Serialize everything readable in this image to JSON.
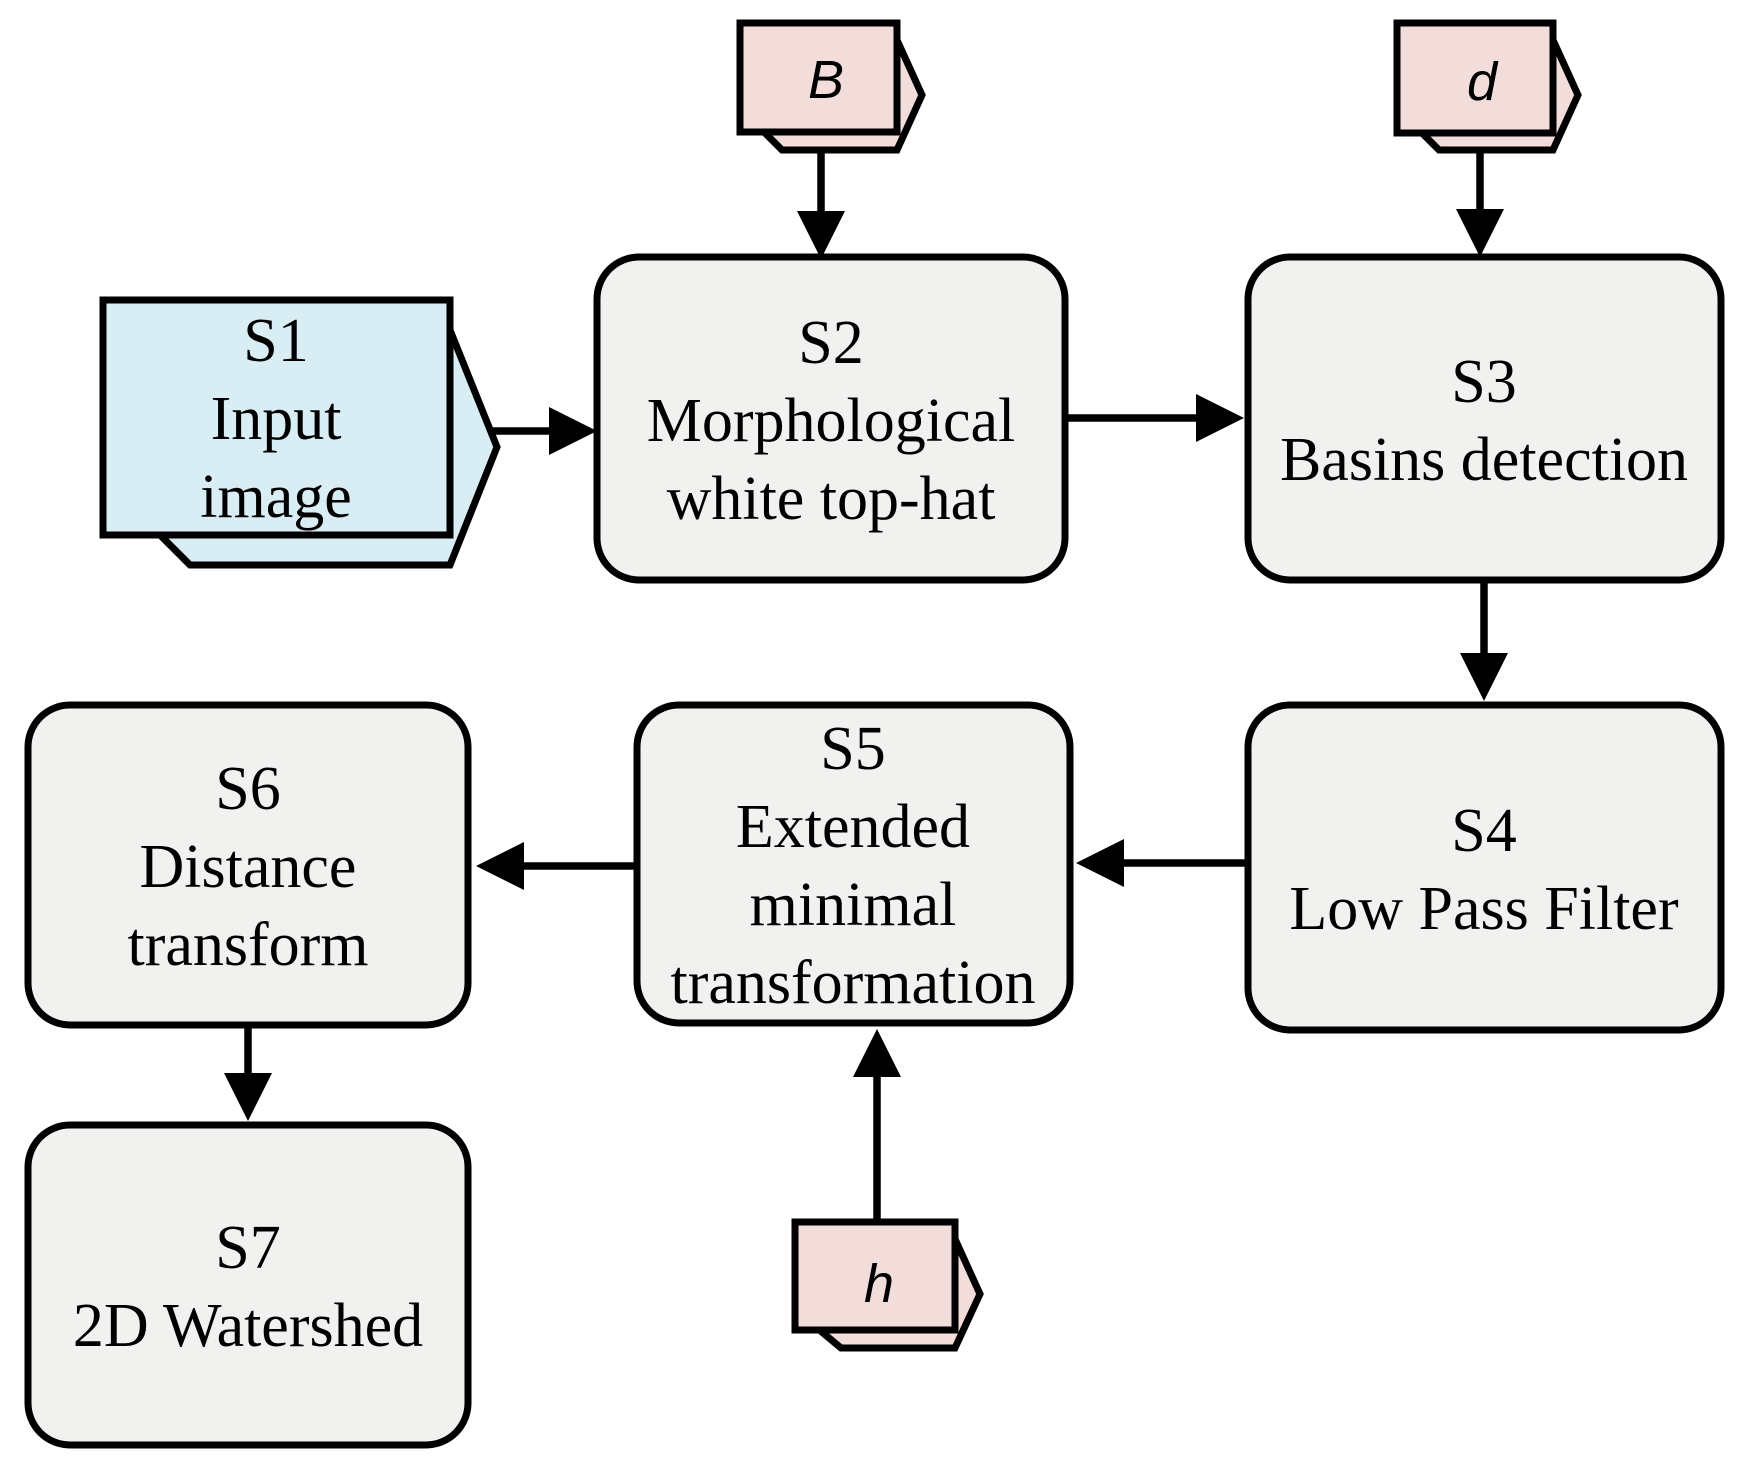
{
  "colors": {
    "process_fill": "#F1F1F0",
    "input_fill": "#D9EDF4",
    "param_fill": "#F2DDDB",
    "line_color": "#000000",
    "background": "#FFFFFF"
  },
  "nodes": {
    "s1": {
      "lines": [
        "S1",
        "Input",
        "image"
      ]
    },
    "s2": {
      "lines": [
        "S2",
        "Morphological",
        "white top-hat"
      ]
    },
    "s3": {
      "lines": [
        "S3",
        "Basins detection"
      ]
    },
    "s4": {
      "lines": [
        "S4",
        "Low Pass Filter"
      ]
    },
    "s5": {
      "lines": [
        "S5",
        "Extended",
        "minimal",
        "transformation"
      ]
    },
    "s6": {
      "lines": [
        "S6",
        "Distance",
        "transform"
      ]
    },
    "s7": {
      "lines": [
        "S7",
        "2D Watershed"
      ]
    }
  },
  "params": {
    "b": {
      "label": "B"
    },
    "d": {
      "label": "d"
    },
    "h": {
      "label": "h"
    }
  }
}
